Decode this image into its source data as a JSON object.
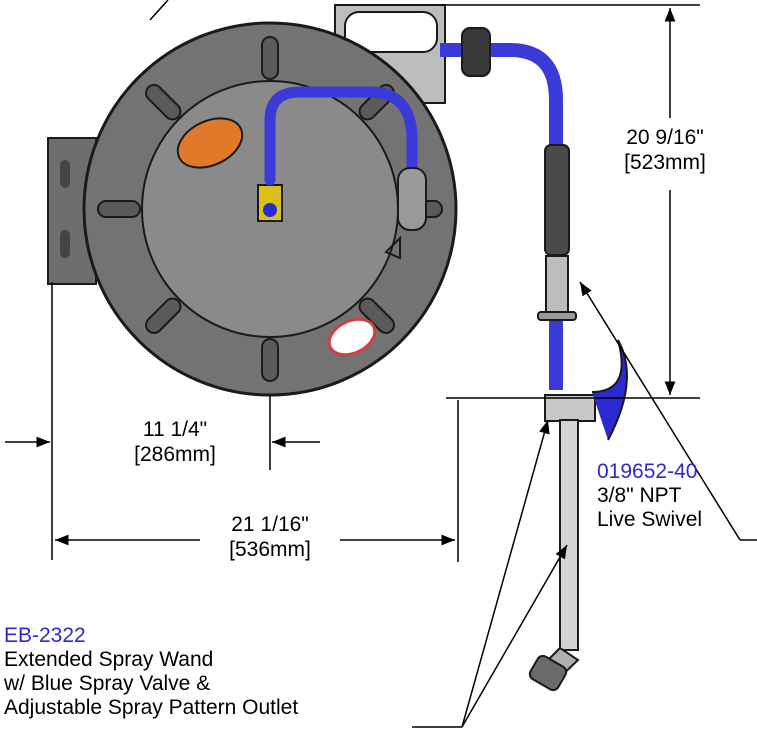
{
  "dimensions": {
    "height": {
      "imperial": "20 9/16\"",
      "metric": "[523mm]"
    },
    "offset": {
      "imperial": "11 1/4\"",
      "metric": "[286mm]"
    },
    "width": {
      "imperial": "21 1/16\"",
      "metric": "[536mm]"
    }
  },
  "callouts": {
    "swivel": {
      "part_number": "019652-40",
      "lines": [
        "3/8\" NPT",
        "Live Swivel"
      ]
    },
    "wand": {
      "part_number": "EB-2322",
      "lines": [
        "Extended Spray Wand",
        "w/ Blue Spray Valve &",
        "Adjustable Spray Pattern Outlet"
      ]
    }
  },
  "colors": {
    "reel_body": "#707070",
    "reel_outline": "#1a1a1a",
    "hose_blue": "#3a3ad8",
    "part_number_blue": "#2a2ad0",
    "orange_window": "#e07a2a",
    "red_window": "#d04040"
  }
}
